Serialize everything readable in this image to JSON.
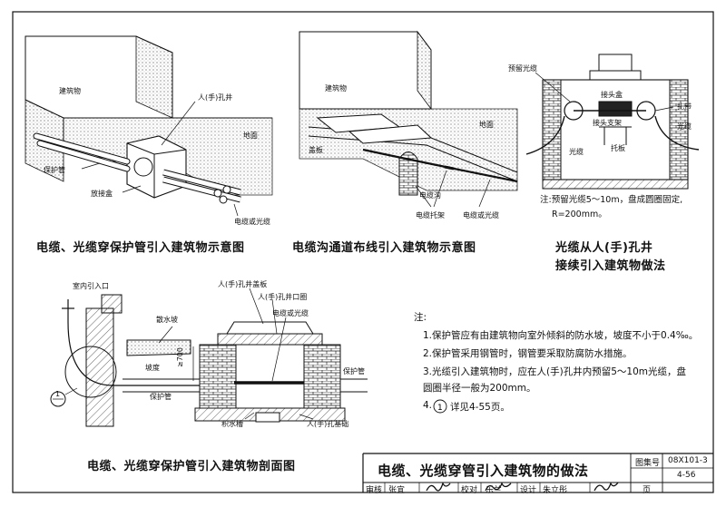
{
  "panel1": {
    "labels": {
      "building": "建筑物",
      "manhole": "人(手)孔井",
      "ground": "地面",
      "pipe": "保护管",
      "joint_box": "放接盒",
      "cable": "电缆或光缆"
    },
    "caption": "电缆、光缆穿保护管引入建筑物示意图"
  },
  "panel2": {
    "labels": {
      "building": "建筑物",
      "ground": "地面",
      "cover": "盖板",
      "trench": "电缆沟",
      "bracket": "电缆托架",
      "cable": "电缆或光缆"
    },
    "caption": "电缆沟通道布线引入建筑物示意图"
  },
  "panel3": {
    "labels": {
      "reserve": "预留光缆",
      "joint_box": "接头盒",
      "joint_bracket": "接头支架",
      "tie": "扎带",
      "cable_l": "光缆",
      "cable_r": "光缆",
      "bracket": "托板"
    },
    "note_line1": "注:预留光缆5～10m，盘成圆圈固定,",
    "note_line2": "R=200mm。",
    "caption_line1": "光缆从人(手)孔井",
    "caption_line2": "接续引入建筑物做法"
  },
  "panel4": {
    "labels": {
      "entry": "室内引入口",
      "cover_plate": "人(手)孔井盖板",
      "ring": "人(手)孔井口圈",
      "cable": "电缆或光缆",
      "apron": "散水坡",
      "slope": "坡度",
      "dim": "≥700",
      "pipe_l": "保护管",
      "pipe_r": "保护管",
      "sump": "积水槽",
      "base": "人(手)孔基础",
      "callout": "1"
    },
    "caption": "电缆、光缆穿保护管引入建筑物剖面图"
  },
  "notes": {
    "title": "注:",
    "items": [
      "1.保护管应有由建筑物向室外倾斜的防水坡，坡度不小于0.4‰。",
      "2.保护管采用钢管时，钢管要采取防腐防水措施。",
      "3.光缆引入建筑物时，应在人(手)孔井内预留5～10m光缆，盘",
      "   圆圈半径一般为200mm。",
      "4.",
      "详见4-55页。"
    ],
    "callout": "1"
  },
  "title_block": {
    "title": "电缆、光缆穿管引入建筑物的做法",
    "atlas_label": "图集号",
    "atlas_no": "08X101-3",
    "review": "审核",
    "reviewer": "张宜",
    "check": "校对",
    "checker": "乐兰",
    "design": "设计",
    "designer": "朱立彤",
    "page_label": "页",
    "page_no": "4-56"
  }
}
